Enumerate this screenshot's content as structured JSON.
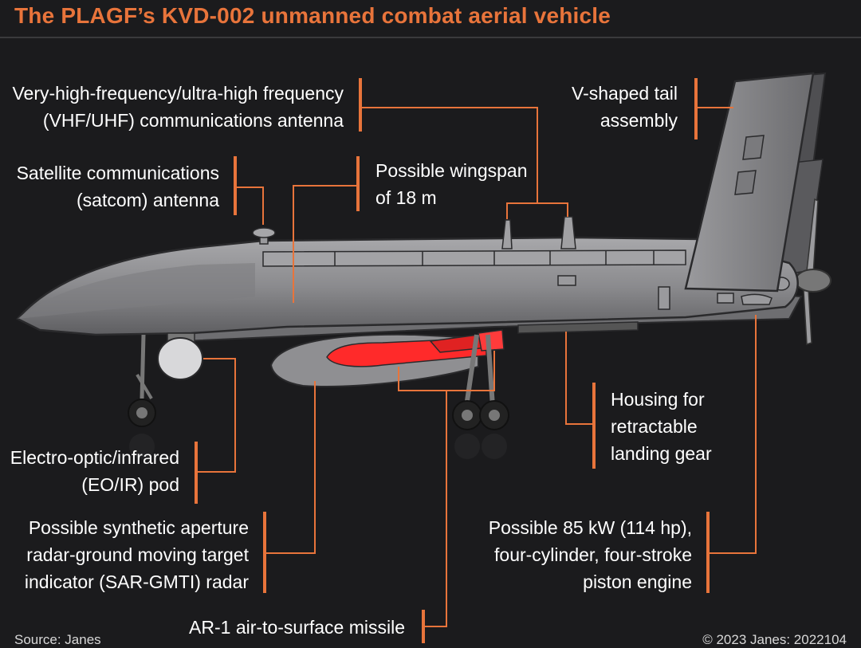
{
  "title": "The PLAGF’s KVD-002 unmanned combat aerial vehicle",
  "callouts": {
    "vhf_uhf": [
      "Very-high-frequency/ultra-high frequency",
      "(VHF/UHF) communications antenna"
    ],
    "tail": [
      "V-shaped tail",
      "assembly"
    ],
    "satcom": [
      "Satellite communications",
      "(satcom) antenna"
    ],
    "wingspan": [
      "Possible wingspan",
      "of 18 m"
    ],
    "landing_gear": [
      "Housing for",
      "retractable",
      "landing gear"
    ],
    "eo_ir": [
      "Electro-optic/infrared",
      "(EO/IR) pod"
    ],
    "sar": [
      "Possible synthetic aperture",
      "radar-ground moving target",
      "indicator (SAR-GMTI) radar"
    ],
    "engine": [
      "Possible 85 kW (114 hp),",
      "four-cylinder, four-stroke",
      "piston engine"
    ],
    "missile": [
      "AR-1 air-to-surface missile"
    ]
  },
  "footer": {
    "source": "Source: Janes",
    "copyright": "© 2023 Janes: 2022104"
  },
  "colors": {
    "accent": "#e8743b",
    "leader": "#e8743b",
    "background": "#1b1b1d",
    "airframe": "#8d8d90",
    "missile": "#ff2a2a"
  }
}
